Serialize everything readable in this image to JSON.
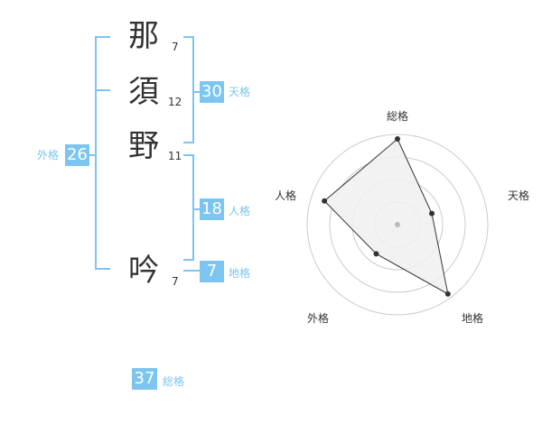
{
  "name_chars": [
    {
      "char": "那",
      "strokes": "7"
    },
    {
      "char": "須",
      "strokes": "12"
    },
    {
      "char": "野",
      "strokes": "11"
    },
    {
      "char": "吟",
      "strokes": "7"
    }
  ],
  "fortunes": {
    "tenkaku": {
      "value": "30",
      "label": "天格"
    },
    "jinkaku": {
      "value": "18",
      "label": "人格"
    },
    "chikaku": {
      "value": "7",
      "label": "地格"
    },
    "gaikaku": {
      "value": "26",
      "label": "外格"
    },
    "soukaku": {
      "value": "37",
      "label": "総格"
    }
  },
  "colors": {
    "accent": "#7cc5f0",
    "ink": "#333333",
    "radar_fill": "#f0f0f0"
  },
  "chart_data": {
    "type": "radar",
    "axes": [
      "総格",
      "天格",
      "地格",
      "外格",
      "人格"
    ],
    "values": [
      0.95,
      0.4,
      0.95,
      0.4,
      0.85
    ],
    "rings": 4
  }
}
